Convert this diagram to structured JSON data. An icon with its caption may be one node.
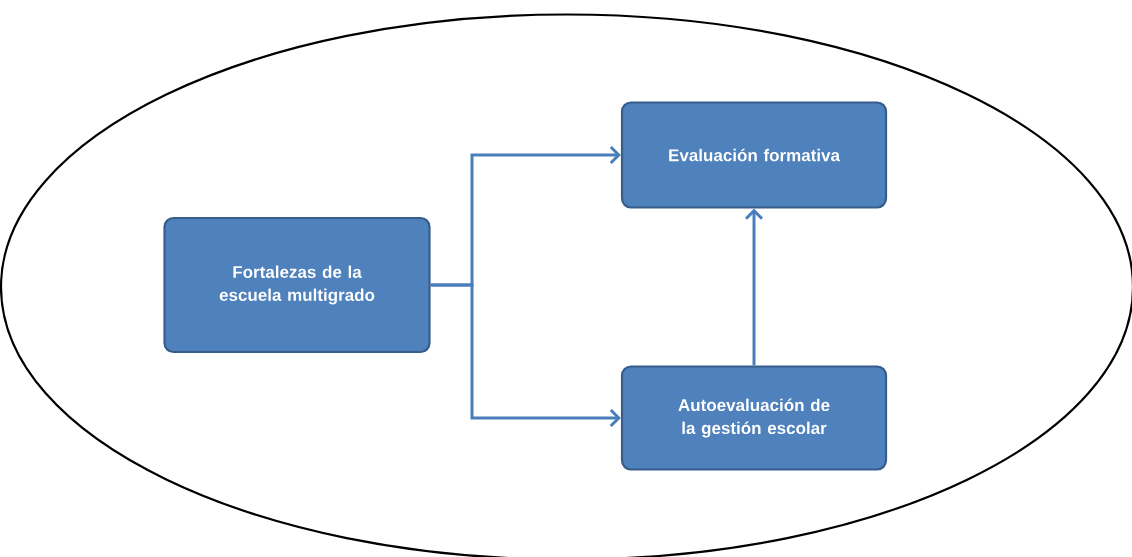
{
  "diagram": {
    "nodes": [
      {
        "text": [],
        "shape": "ellipse"
      },
      {
        "text": [
          "Fortalezas de la escuela multigrado"
        ],
        "in": 0
      },
      {
        "text": [
          "Evaluación formativa"
        ],
        "in": 0
      },
      {
        "text": [
          "Autoevaluación de la gestión escolar"
        ],
        "in": 0
      }
    ],
    "edges": [
      {
        "from": 1,
        "to": 2,
        "arrow": "to"
      },
      {
        "from": 1,
        "to": 3,
        "arrow": "to"
      },
      {
        "from": 3,
        "to": 2,
        "arrow": "to"
      }
    ]
  }
}
